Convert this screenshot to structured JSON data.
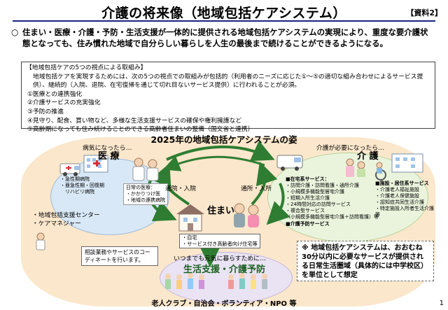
{
  "header": {
    "title": "介護の将来像（地域包括ケアシステム）",
    "doc_label": "【資料2】"
  },
  "intro": {
    "bullet": "○",
    "text": "住まい・医療・介護・予防・生活支援が一体的に提供される地域包括ケアシステムの実現により、重度な要介護状態となっても、住み慣れた地域で自分らしい暮らしを人生の最後まで続けることができるようになる。"
  },
  "framework": {
    "title": "【地域包括ケアの5つの視点による取組み】",
    "body": "地域包括ケアを実現するためには、次の5つの視点での取組みが包括的（利用者のニーズに応じた①～⑤の適切な組み合わせによるサービス提供）、継続的（入院、退院、在宅復帰を通じて切れ目ないサービス提供）に行われることが必須。",
    "items": [
      "①医療との連携強化",
      "②介護サービスの充実強化",
      "③予防の推進",
      "④見守り、配食、買い物など、多様な生活支援サービスの確保や権利擁護など",
      "⑤高齢期になっても住み続けることのできる高齢者住まいの整備（国交省と連携）"
    ]
  },
  "diagram": {
    "title": "2025年の地域包括ケアシステムの姿",
    "medical": {
      "trigger": "病気になったら…",
      "label": "医 療",
      "hospitals": [
        "・急性期病院",
        "・亜急性期・回復期",
        "　リハビリ病院"
      ],
      "clinic": [
        "日常の医療：",
        "・かかりつけ医",
        "・地域の連携病院"
      ]
    },
    "care": {
      "trigger": "介護が必要になったら…",
      "label": "介 護",
      "home_services_title": "■在宅系サービス：",
      "home_services": [
        "・訪問介護・訪問看護・通所介護",
        "・小規模多機能型居宅介護",
        "・短期入所生活介護",
        "・24時間対応の訪問サービス",
        "・複合型サービス",
        "（小規模多機能型居宅介護＋訪問看護）等"
      ],
      "facility_title": "■施設・居住系サービス",
      "facility_services": [
        "・介護老人福祉施設",
        "・介護老人保健施設",
        "・認知症共同生活介護",
        "・特定施設入所者生活介護",
        "等"
      ],
      "prevention": "■介護予防サービス"
    },
    "home": {
      "label": "住まい",
      "note": [
        "・自宅",
        "・サービス付き高齢者向け住宅等"
      ]
    },
    "flows": {
      "to_medical": "通院・入院",
      "to_care": "通所・入所"
    },
    "center": {
      "lines": [
        "・地域包括支援センター",
        "・ケアマネジャー"
      ],
      "consult": "相談業務やサービスのコーディネートを行います。"
    },
    "living": {
      "trigger": "いつまでも元気に暮らすために…",
      "label": "生活支援・介護予防"
    },
    "note": "※ 地域包括ケアシステムは、おおむね30分以内に必要なサービスが提供される日常生活圏域（具体的には中学校区）を単位として想定",
    "footer": "老人クラブ・自治会・ボランティア・NPO 等"
  },
  "page_number": "1",
  "colors": {
    "title_rule": "#1a237e",
    "background_blob": "#fbe7cc",
    "medical": "#d9e8f6",
    "care": "#eaf4dd",
    "living": "#e9e3f3",
    "arrow": "#2e7d32"
  }
}
